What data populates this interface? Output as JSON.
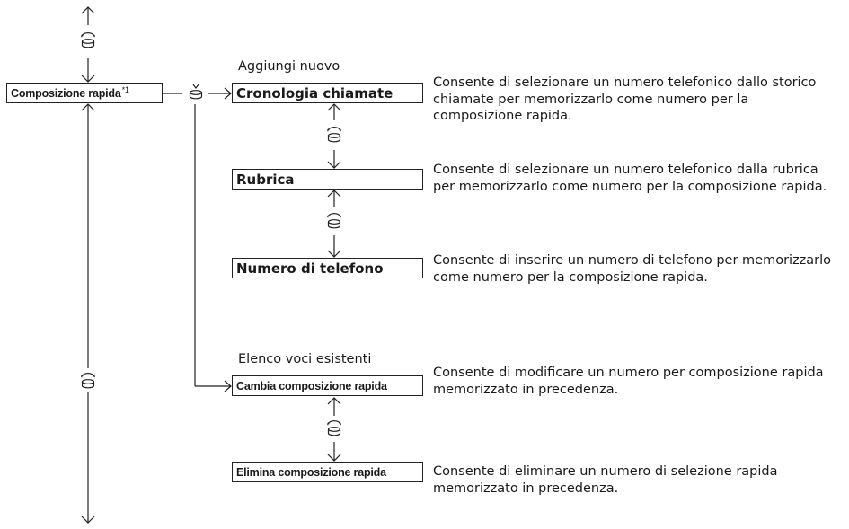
{
  "boxes": {
    "speed_dial": "Composizione rapida",
    "speed_dial_note": "*1",
    "call_history": "Cronologia chiamate",
    "phonebook": "Rubrica",
    "phone_number": "Numero di telefono",
    "change_speed_dial": "Cambia composizione rapida",
    "delete_speed_dial": "Elimina composizione rapida"
  },
  "headings": {
    "add_new": "Aggiungi nuovo",
    "existing_list": "Elenco voci esistenti"
  },
  "descriptions": {
    "call_history": "Consente di selezionare un numero telefonico dallo storico chiamate per memorizzarlo come numero per la composizione rapida.",
    "phonebook": "Consente di selezionare un numero telefonico dalla rubrica per memorizzarlo come numero per la composizione rapida.",
    "phone_number": "Consente di inserire un numero di telefono per memorizzarlo come numero per la composizione rapida.",
    "change_speed_dial": "Consente di modificare un numero per composizione rapida memorizzato in precedenza.",
    "delete_speed_dial": "Consente di eliminare un numero di selezione rapida memorizzato in precedenza."
  },
  "icons": {
    "rotate": "rotate-knob-icon",
    "press": "press-knob-icon"
  },
  "colors": {
    "line": "#222222",
    "text": "#1a1a1a"
  }
}
